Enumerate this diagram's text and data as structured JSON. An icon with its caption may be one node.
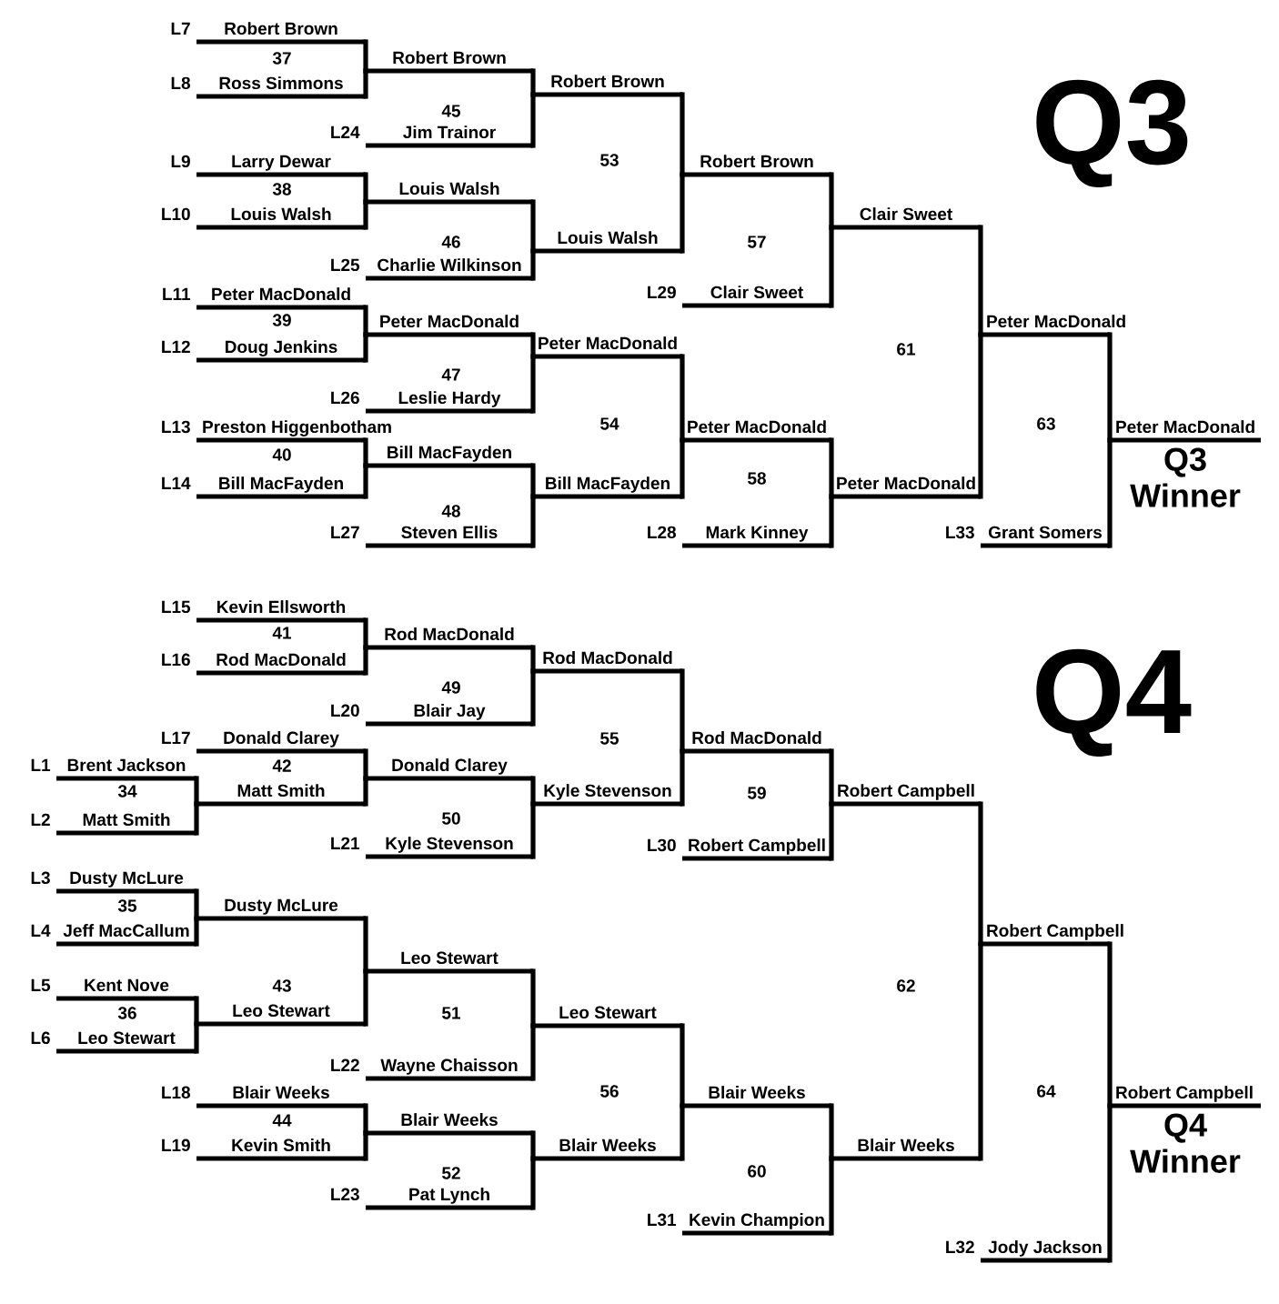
{
  "diagram": {
    "nodes": [
      {
        "text": [
          "Robert Brown"
        ],
        "beside": [
          "L7"
        ]
      },
      {
        "text": [
          "Ross Simmons"
        ],
        "beside": [
          "L8"
        ]
      },
      {
        "text": [
          "Larry Dewar"
        ],
        "beside": [
          "L9"
        ]
      },
      {
        "text": [
          "Louis Walsh"
        ],
        "beside": [
          "L10"
        ]
      },
      {
        "text": [
          "Peter MacDonald"
        ],
        "beside": [
          "L11"
        ]
      },
      {
        "text": [
          "Doug Jenkins"
        ],
        "beside": [
          "L12"
        ]
      },
      {
        "text": [
          "Preston Higgenbotham"
        ],
        "beside": [
          "L13"
        ]
      },
      {
        "text": [
          "Bill MacFayden"
        ],
        "beside": [
          "L14"
        ]
      },
      {
        "text": [
          "Robert Brown"
        ]
      },
      {
        "text": [
          "Jim Trainor"
        ],
        "beside": [
          "L24"
        ]
      },
      {
        "text": [
          "Louis Walsh"
        ]
      },
      {
        "text": [
          "Charlie Wilkinson"
        ],
        "beside": [
          "L25"
        ]
      },
      {
        "text": [
          "Peter MacDonald"
        ]
      },
      {
        "text": [
          "Leslie Hardy"
        ],
        "beside": [
          "L26"
        ]
      },
      {
        "text": [
          "Bill MacFayden"
        ]
      },
      {
        "text": [
          "Steven Ellis"
        ],
        "beside": [
          "L27"
        ]
      },
      {
        "text": [
          "Robert Brown"
        ]
      },
      {
        "text": [
          "Louis Walsh"
        ]
      },
      {
        "text": [
          "Peter MacDonald"
        ]
      },
      {
        "text": [
          "Bill MacFayden"
        ]
      },
      {
        "text": [
          "Robert Brown"
        ]
      },
      {
        "text": [
          "Clair Sweet"
        ],
        "beside": [
          "L29"
        ]
      },
      {
        "text": [
          "Peter MacDonald"
        ]
      },
      {
        "text": [
          "Mark Kinney"
        ],
        "beside": [
          "L28"
        ]
      },
      {
        "text": [
          "Clair Sweet"
        ]
      },
      {
        "text": [
          "Peter MacDonald"
        ]
      },
      {
        "text": [
          "Peter MacDonald"
        ]
      },
      {
        "text": [
          "Grant Somers"
        ],
        "beside": [
          "L33"
        ]
      },
      {
        "text": [
          "Peter MacDonald"
        ],
        "beside": [
          "Q3 Winner"
        ]
      },
      {
        "text": [
          "Brent Jackson"
        ],
        "beside": [
          "L1"
        ]
      },
      {
        "text": [
          "Matt Smith"
        ],
        "beside": [
          "L2"
        ]
      },
      {
        "text": [
          "Dusty McLure"
        ],
        "beside": [
          "L3"
        ]
      },
      {
        "text": [
          "Jeff MacCallum"
        ],
        "beside": [
          "L4"
        ]
      },
      {
        "text": [
          "Kent Nove"
        ],
        "beside": [
          "L5"
        ]
      },
      {
        "text": [
          "Leo Stewart"
        ],
        "beside": [
          "L6"
        ]
      },
      {
        "text": [
          "Kevin Ellsworth"
        ],
        "beside": [
          "L15"
        ]
      },
      {
        "text": [
          "Rod MacDonald"
        ],
        "beside": [
          "L16"
        ]
      },
      {
        "text": [
          "Donald Clarey"
        ],
        "beside": [
          "L17"
        ]
      },
      {
        "text": [
          "Matt Smith"
        ]
      },
      {
        "text": [
          "Dusty McLure"
        ]
      },
      {
        "text": [
          "Leo Stewart"
        ]
      },
      {
        "text": [
          "Blair Weeks"
        ],
        "beside": [
          "L18"
        ]
      },
      {
        "text": [
          "Kevin Smith"
        ],
        "beside": [
          "L19"
        ]
      },
      {
        "text": [
          "Rod MacDonald"
        ]
      },
      {
        "text": [
          "Blair Jay"
        ],
        "beside": [
          "L20"
        ]
      },
      {
        "text": [
          "Donald Clarey"
        ]
      },
      {
        "text": [
          "Kyle Stevenson"
        ],
        "beside": [
          "L21"
        ]
      },
      {
        "text": [
          "Leo Stewart"
        ]
      },
      {
        "text": [
          "Wayne Chaisson"
        ],
        "beside": [
          "L22"
        ]
      },
      {
        "text": [
          "Blair Weeks"
        ]
      },
      {
        "text": [
          "Pat Lynch"
        ],
        "beside": [
          "L23"
        ]
      },
      {
        "text": [
          "Rod MacDonald"
        ]
      },
      {
        "text": [
          "Kyle Stevenson"
        ]
      },
      {
        "text": [
          "Leo Stewart"
        ]
      },
      {
        "text": [
          "Blair Weeks"
        ]
      },
      {
        "text": [
          "Rod MacDonald"
        ]
      },
      {
        "text": [
          "Robert Campbell"
        ],
        "beside": [
          "L30"
        ]
      },
      {
        "text": [
          "Blair Weeks"
        ]
      },
      {
        "text": [
          "Kevin Champion"
        ],
        "beside": [
          "L31"
        ]
      },
      {
        "text": [
          "Robert Campbell"
        ]
      },
      {
        "text": [
          "Blair Weeks"
        ]
      },
      {
        "text": [
          "Robert Campbell"
        ]
      },
      {
        "text": [
          "Jody Jackson"
        ],
        "beside": [
          "L32"
        ]
      },
      {
        "text": [
          "Robert Campbell"
        ],
        "beside": [
          "Q4 Winner"
        ]
      }
    ],
    "edges": [
      {
        "from": 0,
        "to": 8,
        "arrow": "none"
      },
      {
        "from": 1,
        "to": 8,
        "arrow": "none"
      },
      {
        "from": 2,
        "to": 10,
        "arrow": "none"
      },
      {
        "from": 3,
        "to": 10,
        "arrow": "none"
      },
      {
        "from": 4,
        "to": 12,
        "arrow": "none"
      },
      {
        "from": 5,
        "to": 12,
        "arrow": "none"
      },
      {
        "from": 6,
        "to": 14,
        "arrow": "none"
      },
      {
        "from": 7,
        "to": 14,
        "arrow": "none"
      },
      {
        "from": 8,
        "to": 16,
        "arrow": "none"
      },
      {
        "from": 9,
        "to": 16,
        "arrow": "none"
      },
      {
        "from": 10,
        "to": 17,
        "arrow": "none"
      },
      {
        "from": 11,
        "to": 17,
        "arrow": "none"
      },
      {
        "from": 12,
        "to": 18,
        "arrow": "none"
      },
      {
        "from": 13,
        "to": 18,
        "arrow": "none"
      },
      {
        "from": 14,
        "to": 19,
        "arrow": "none"
      },
      {
        "from": 15,
        "to": 19,
        "arrow": "none"
      },
      {
        "from": 16,
        "to": 20,
        "arrow": "none"
      },
      {
        "from": 17,
        "to": 20,
        "arrow": "none"
      },
      {
        "from": 18,
        "to": 22,
        "arrow": "none"
      },
      {
        "from": 19,
        "to": 22,
        "arrow": "none"
      },
      {
        "from": 20,
        "to": 24,
        "arrow": "none"
      },
      {
        "from": 21,
        "to": 24,
        "arrow": "none"
      },
      {
        "from": 22,
        "to": 25,
        "arrow": "none"
      },
      {
        "from": 23,
        "to": 25,
        "arrow": "none"
      },
      {
        "from": 24,
        "to": 26,
        "arrow": "none"
      },
      {
        "from": 25,
        "to": 26,
        "arrow": "none"
      },
      {
        "from": 26,
        "to": 28,
        "arrow": "none"
      },
      {
        "from": 27,
        "to": 28,
        "arrow": "none"
      },
      {
        "from": 29,
        "to": 38,
        "arrow": "none"
      },
      {
        "from": 30,
        "to": 38,
        "arrow": "none"
      },
      {
        "from": 31,
        "to": 39,
        "arrow": "none"
      },
      {
        "from": 32,
        "to": 39,
        "arrow": "none"
      },
      {
        "from": 33,
        "to": 40,
        "arrow": "none"
      },
      {
        "from": 34,
        "to": 40,
        "arrow": "none"
      },
      {
        "from": 35,
        "to": 43,
        "arrow": "none"
      },
      {
        "from": 36,
        "to": 43,
        "arrow": "none"
      },
      {
        "from": 37,
        "to": 45,
        "arrow": "none"
      },
      {
        "from": 38,
        "to": 45,
        "arrow": "none"
      },
      {
        "from": 39,
        "to": 47,
        "arrow": "none"
      },
      {
        "from": 40,
        "to": 47,
        "arrow": "none"
      },
      {
        "from": 41,
        "to": 49,
        "arrow": "none"
      },
      {
        "from": 42,
        "to": 49,
        "arrow": "none"
      },
      {
        "from": 43,
        "to": 51,
        "arrow": "none"
      },
      {
        "from": 44,
        "to": 51,
        "arrow": "none"
      },
      {
        "from": 45,
        "to": 52,
        "arrow": "none"
      },
      {
        "from": 46,
        "to": 52,
        "arrow": "none"
      },
      {
        "from": 47,
        "to": 53,
        "arrow": "none"
      },
      {
        "from": 48,
        "to": 53,
        "arrow": "none"
      },
      {
        "from": 49,
        "to": 54,
        "arrow": "none"
      },
      {
        "from": 50,
        "to": 54,
        "arrow": "none"
      },
      {
        "from": 51,
        "to": 55,
        "arrow": "none"
      },
      {
        "from": 52,
        "to": 55,
        "arrow": "none"
      },
      {
        "from": 53,
        "to": 57,
        "arrow": "none"
      },
      {
        "from": 54,
        "to": 57,
        "arrow": "none"
      },
      {
        "from": 55,
        "to": 59,
        "arrow": "none"
      },
      {
        "from": 56,
        "to": 59,
        "arrow": "none"
      },
      {
        "from": 57,
        "to": 60,
        "arrow": "none"
      },
      {
        "from": 58,
        "to": 60,
        "arrow": "none"
      },
      {
        "from": 59,
        "to": 61,
        "arrow": "none"
      },
      {
        "from": 60,
        "to": 61,
        "arrow": "none"
      },
      {
        "from": 61,
        "to": 63,
        "arrow": "none"
      },
      {
        "from": 62,
        "to": 63,
        "arrow": "none"
      }
    ],
    "labels": [
      "Q3",
      "37",
      "38",
      "39",
      "40",
      "45",
      "46",
      "47",
      "48",
      "53",
      "54",
      "57",
      "58",
      "61",
      "63",
      "Q4",
      "34",
      "35",
      "36",
      "41",
      "42",
      "43",
      "44",
      "49",
      "50",
      "51",
      "52",
      "55",
      "56",
      "59",
      "60",
      "62",
      "64"
    ]
  }
}
